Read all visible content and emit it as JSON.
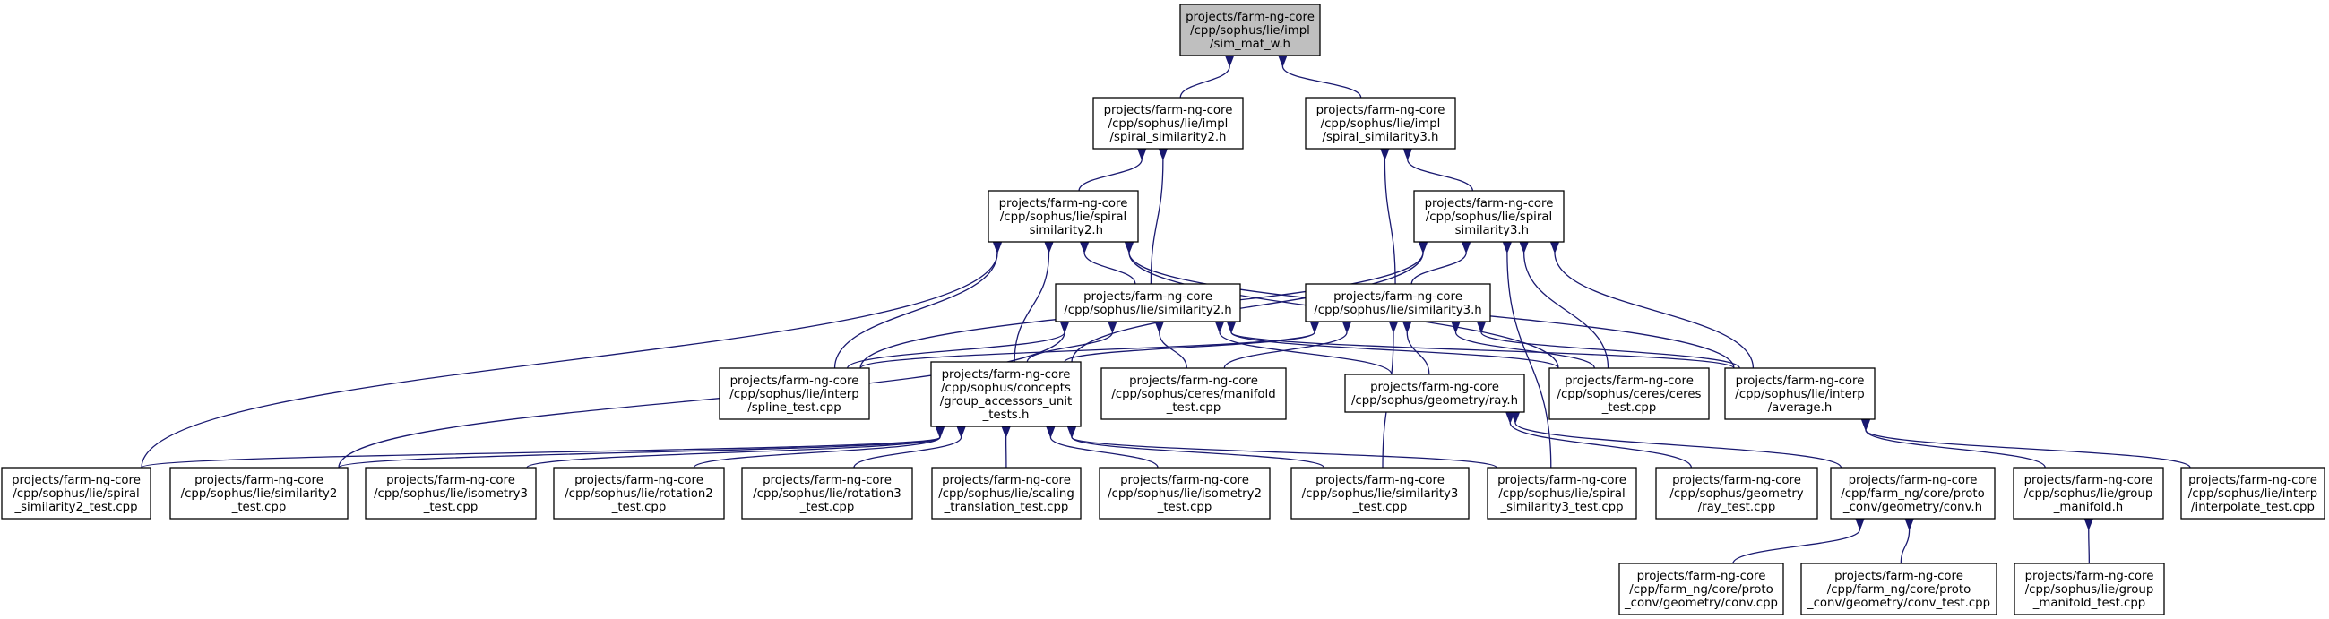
{
  "colors": {
    "edge": "#191970",
    "root_fill": "#bfbfbf",
    "node_fill": "#ffffff",
    "border": "#000000"
  },
  "nodes": [
    {
      "id": "sim_mat_w",
      "lines": [
        "projects/farm-ng-core",
        "/cpp/sophus/lie/impl",
        "/sim_mat_w.h"
      ],
      "root": true
    },
    {
      "id": "spiral_similarity2_impl",
      "lines": [
        "projects/farm-ng-core",
        "/cpp/sophus/lie/impl",
        "/spiral_similarity2.h"
      ]
    },
    {
      "id": "spiral_similarity3_impl",
      "lines": [
        "projects/farm-ng-core",
        "/cpp/sophus/lie/impl",
        "/spiral_similarity3.h"
      ]
    },
    {
      "id": "spiral_similarity2",
      "lines": [
        "projects/farm-ng-core",
        "/cpp/sophus/lie/spiral",
        "_similarity2.h"
      ]
    },
    {
      "id": "spiral_similarity3",
      "lines": [
        "projects/farm-ng-core",
        "/cpp/sophus/lie/spiral",
        "_similarity3.h"
      ]
    },
    {
      "id": "similarity2",
      "lines": [
        "projects/farm-ng-core",
        "/cpp/sophus/lie/similarity2.h"
      ]
    },
    {
      "id": "similarity3",
      "lines": [
        "projects/farm-ng-core",
        "/cpp/sophus/lie/similarity3.h"
      ]
    },
    {
      "id": "spline_test",
      "lines": [
        "projects/farm-ng-core",
        "/cpp/sophus/lie/interp",
        "/spline_test.cpp"
      ]
    },
    {
      "id": "group_accessors",
      "lines": [
        "projects/farm-ng-core",
        "/cpp/sophus/concepts",
        "/group_accessors_unit",
        "_tests.h"
      ]
    },
    {
      "id": "manifold_test",
      "lines": [
        "projects/farm-ng-core",
        "/cpp/sophus/ceres/manifold",
        "_test.cpp"
      ]
    },
    {
      "id": "ray_h",
      "lines": [
        "projects/farm-ng-core",
        "/cpp/sophus/geometry/ray.h"
      ]
    },
    {
      "id": "ceres_test",
      "lines": [
        "projects/farm-ng-core",
        "/cpp/sophus/ceres/ceres",
        "_test.cpp"
      ]
    },
    {
      "id": "average",
      "lines": [
        "projects/farm-ng-core",
        "/cpp/sophus/lie/interp",
        "/average.h"
      ]
    },
    {
      "id": "spiral_similarity2_test",
      "lines": [
        "projects/farm-ng-core",
        "/cpp/sophus/lie/spiral",
        "_similarity2_test.cpp"
      ]
    },
    {
      "id": "similarity2_test",
      "lines": [
        "projects/farm-ng-core",
        "/cpp/sophus/lie/similarity2",
        "_test.cpp"
      ]
    },
    {
      "id": "isometry3_test",
      "lines": [
        "projects/farm-ng-core",
        "/cpp/sophus/lie/isometry3",
        "_test.cpp"
      ]
    },
    {
      "id": "rotation2_test",
      "lines": [
        "projects/farm-ng-core",
        "/cpp/sophus/lie/rotation2",
        "_test.cpp"
      ]
    },
    {
      "id": "rotation3_test",
      "lines": [
        "projects/farm-ng-core",
        "/cpp/sophus/lie/rotation3",
        "_test.cpp"
      ]
    },
    {
      "id": "scaling_translation_test",
      "lines": [
        "projects/farm-ng-core",
        "/cpp/sophus/lie/scaling",
        "_translation_test.cpp"
      ]
    },
    {
      "id": "isometry2_test",
      "lines": [
        "projects/farm-ng-core",
        "/cpp/sophus/lie/isometry2",
        "_test.cpp"
      ]
    },
    {
      "id": "similarity3_test",
      "lines": [
        "projects/farm-ng-core",
        "/cpp/sophus/lie/similarity3",
        "_test.cpp"
      ]
    },
    {
      "id": "spiral_similarity3_test",
      "lines": [
        "projects/farm-ng-core",
        "/cpp/sophus/lie/spiral",
        "_similarity3_test.cpp"
      ]
    },
    {
      "id": "ray_test",
      "lines": [
        "projects/farm-ng-core",
        "/cpp/sophus/geometry",
        "/ray_test.cpp"
      ]
    },
    {
      "id": "conv_h",
      "lines": [
        "projects/farm-ng-core",
        "/cpp/farm_ng/core/proto",
        "_conv/geometry/conv.h"
      ]
    },
    {
      "id": "group_manifold",
      "lines": [
        "projects/farm-ng-core",
        "/cpp/sophus/lie/group",
        "_manifold.h"
      ]
    },
    {
      "id": "interpolate_test",
      "lines": [
        "projects/farm-ng-core",
        "/cpp/sophus/lie/interp",
        "/interpolate_test.cpp"
      ]
    },
    {
      "id": "conv_cpp",
      "lines": [
        "projects/farm-ng-core",
        "/cpp/farm_ng/core/proto",
        "_conv/geometry/conv.cpp"
      ]
    },
    {
      "id": "conv_test",
      "lines": [
        "projects/farm-ng-core",
        "/cpp/farm_ng/core/proto",
        "_conv/geometry/conv_test.cpp"
      ]
    },
    {
      "id": "group_manifold_test",
      "lines": [
        "projects/farm-ng-core",
        "/cpp/sophus/lie/group",
        "_manifold_test.cpp"
      ]
    }
  ],
  "edges": [
    [
      "sim_mat_w",
      "spiral_similarity2_impl"
    ],
    [
      "sim_mat_w",
      "spiral_similarity3_impl"
    ],
    [
      "spiral_similarity2_impl",
      "spiral_similarity2"
    ],
    [
      "spiral_similarity2_impl",
      "similarity2"
    ],
    [
      "spiral_similarity3_impl",
      "spiral_similarity3"
    ],
    [
      "spiral_similarity3_impl",
      "similarity3"
    ],
    [
      "spiral_similarity2",
      "similarity2"
    ],
    [
      "spiral_similarity2",
      "group_accessors"
    ],
    [
      "spiral_similarity2",
      "spline_test"
    ],
    [
      "spiral_similarity2",
      "spiral_similarity2_test"
    ],
    [
      "spiral_similarity2",
      "ceres_test"
    ],
    [
      "spiral_similarity2",
      "average"
    ],
    [
      "spiral_similarity3",
      "similarity3"
    ],
    [
      "spiral_similarity3",
      "group_accessors"
    ],
    [
      "spiral_similarity3",
      "spline_test"
    ],
    [
      "spiral_similarity3",
      "ceres_test"
    ],
    [
      "spiral_similarity3",
      "average"
    ],
    [
      "spiral_similarity3",
      "spiral_similarity3_test"
    ],
    [
      "similarity2",
      "group_accessors"
    ],
    [
      "similarity2",
      "spline_test"
    ],
    [
      "similarity2",
      "manifold_test"
    ],
    [
      "similarity2",
      "ray_h"
    ],
    [
      "similarity2",
      "ceres_test"
    ],
    [
      "similarity2",
      "average"
    ],
    [
      "similarity2",
      "similarity2_test"
    ],
    [
      "similarity3",
      "group_accessors"
    ],
    [
      "similarity3",
      "spline_test"
    ],
    [
      "similarity3",
      "manifold_test"
    ],
    [
      "similarity3",
      "ray_h"
    ],
    [
      "similarity3",
      "ceres_test"
    ],
    [
      "similarity3",
      "average"
    ],
    [
      "similarity3",
      "similarity3_test"
    ],
    [
      "group_accessors",
      "spiral_similarity2_test"
    ],
    [
      "group_accessors",
      "similarity2_test"
    ],
    [
      "group_accessors",
      "isometry3_test"
    ],
    [
      "group_accessors",
      "rotation2_test"
    ],
    [
      "group_accessors",
      "rotation3_test"
    ],
    [
      "group_accessors",
      "scaling_translation_test"
    ],
    [
      "group_accessors",
      "isometry2_test"
    ],
    [
      "group_accessors",
      "similarity3_test"
    ],
    [
      "group_accessors",
      "spiral_similarity3_test"
    ],
    [
      "ray_h",
      "ray_test"
    ],
    [
      "ray_h",
      "conv_h"
    ],
    [
      "average",
      "group_manifold"
    ],
    [
      "average",
      "interpolate_test"
    ],
    [
      "conv_h",
      "conv_cpp"
    ],
    [
      "conv_h",
      "conv_test"
    ],
    [
      "group_manifold",
      "group_manifold_test"
    ]
  ]
}
